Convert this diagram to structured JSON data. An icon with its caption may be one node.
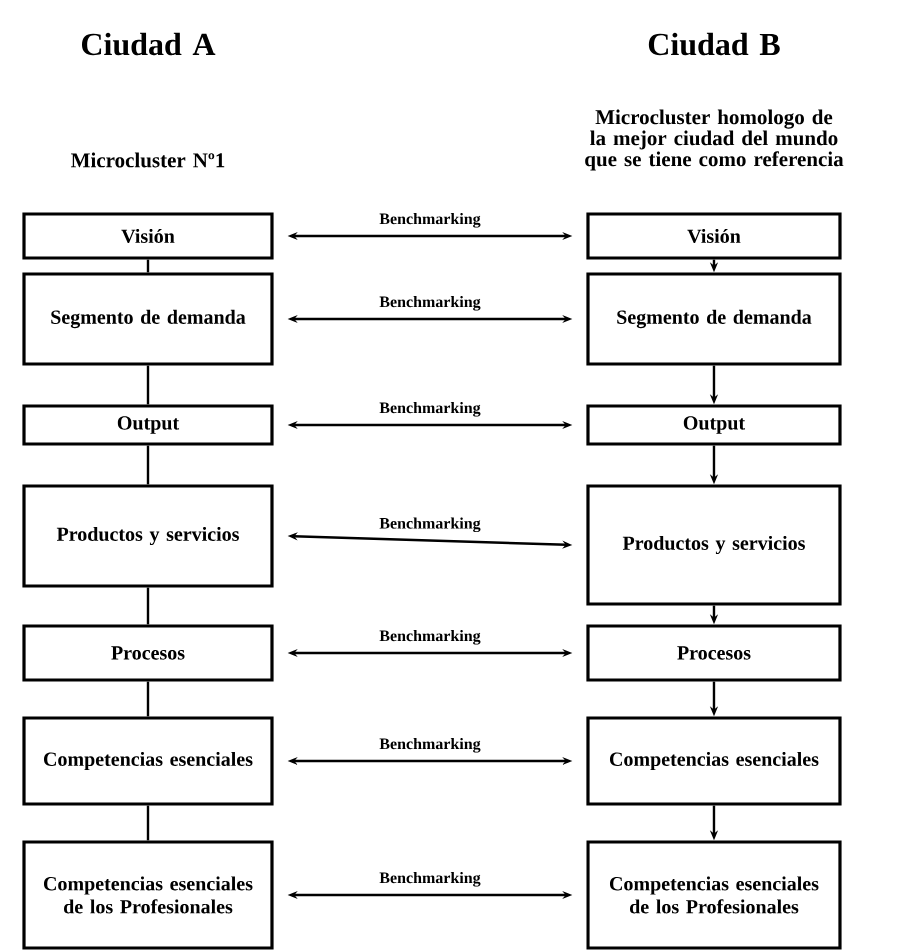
{
  "diagram": {
    "nodes": [
      {
        "text": [
          "Visión"
        ]
      },
      {
        "text": [
          "Segmento de demanda"
        ]
      },
      {
        "text": [
          "Output"
        ]
      },
      {
        "text": [
          "Productos y servicios"
        ]
      },
      {
        "text": [
          "Procesos"
        ]
      },
      {
        "text": [
          "Competencias esenciales"
        ]
      },
      {
        "text": [
          "Competencias esenciales de los Profesionales"
        ]
      },
      {
        "text": [
          "Visión"
        ]
      },
      {
        "text": [
          "Segmento de demanda"
        ]
      },
      {
        "text": [
          "Output"
        ]
      },
      {
        "text": [
          "Productos y servicios"
        ]
      },
      {
        "text": [
          "Procesos"
        ]
      },
      {
        "text": [
          "Competencias esenciales"
        ]
      },
      {
        "text": [
          "Competencias esenciales de los Profesionales"
        ]
      }
    ],
    "edges": [
      {
        "from": 0,
        "to": 1,
        "arrow": "none"
      },
      {
        "from": 1,
        "to": 2,
        "arrow": "none"
      },
      {
        "from": 2,
        "to": 3,
        "arrow": "none"
      },
      {
        "from": 3,
        "to": 4,
        "arrow": "none"
      },
      {
        "from": 4,
        "to": 5,
        "arrow": "none"
      },
      {
        "from": 5,
        "to": 6,
        "arrow": "none"
      },
      {
        "from": 7,
        "to": 8,
        "arrow": "to"
      },
      {
        "from": 8,
        "to": 9,
        "arrow": "to"
      },
      {
        "from": 9,
        "to": 10,
        "arrow": "to"
      },
      {
        "from": 10,
        "to": 11,
        "arrow": "to"
      },
      {
        "from": 11,
        "to": 12,
        "arrow": "to"
      },
      {
        "from": 12,
        "to": 13,
        "arrow": "to"
      },
      {
        "from": 0,
        "to": 7,
        "arrow": "both",
        "label": "Benchmarking"
      },
      {
        "from": 1,
        "to": 8,
        "arrow": "both",
        "label": "Benchmarking"
      },
      {
        "from": 2,
        "to": 9,
        "arrow": "both",
        "label": "Benchmarking"
      },
      {
        "from": 3,
        "to": 10,
        "arrow": "both",
        "label": "Benchmarking"
      },
      {
        "from": 4,
        "to": 11,
        "arrow": "both",
        "label": "Benchmarking"
      },
      {
        "from": 5,
        "to": 12,
        "arrow": "both",
        "label": "Benchmarking"
      },
      {
        "from": 6,
        "to": 13,
        "arrow": "both",
        "label": "Benchmarking"
      }
    ],
    "labels": [
      "Ciudad A",
      "Ciudad B",
      "Microcluster Nº1",
      "Microcluster homologo de la mejor ciudad del mundo que se tiene como referencia"
    ]
  }
}
